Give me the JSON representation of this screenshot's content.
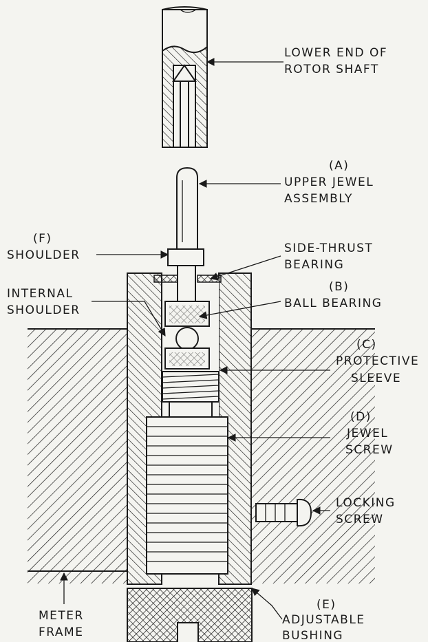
{
  "labels": {
    "rotor_shaft": [
      "LOWER END OF",
      "ROTOR SHAFT"
    ],
    "upper_jewel": [
      "(A)",
      "UPPER JEWEL",
      "ASSEMBLY"
    ],
    "shoulder": [
      "(F)",
      "SHOULDER"
    ],
    "side_thrust": [
      "SIDE-THRUST",
      "BEARING"
    ],
    "internal_shoulder": [
      "INTERNAL",
      "SHOULDER"
    ],
    "ball_bearing": [
      "(B)",
      "BALL BEARING"
    ],
    "protective_sleeve": [
      "(C)",
      "PROTECTIVE",
      "SLEEVE"
    ],
    "jewel_screw": [
      "(D)",
      "JEWEL",
      "SCREW"
    ],
    "locking_screw": [
      "LOCKING",
      "SCREW"
    ],
    "meter_frame": [
      "METER",
      "FRAME"
    ],
    "adjustable_bushing": [
      "(E)",
      "ADJUSTABLE",
      "BUSHING"
    ]
  },
  "colors": {
    "ink": "#1a1a1a",
    "paper": "#f4f4f0"
  }
}
